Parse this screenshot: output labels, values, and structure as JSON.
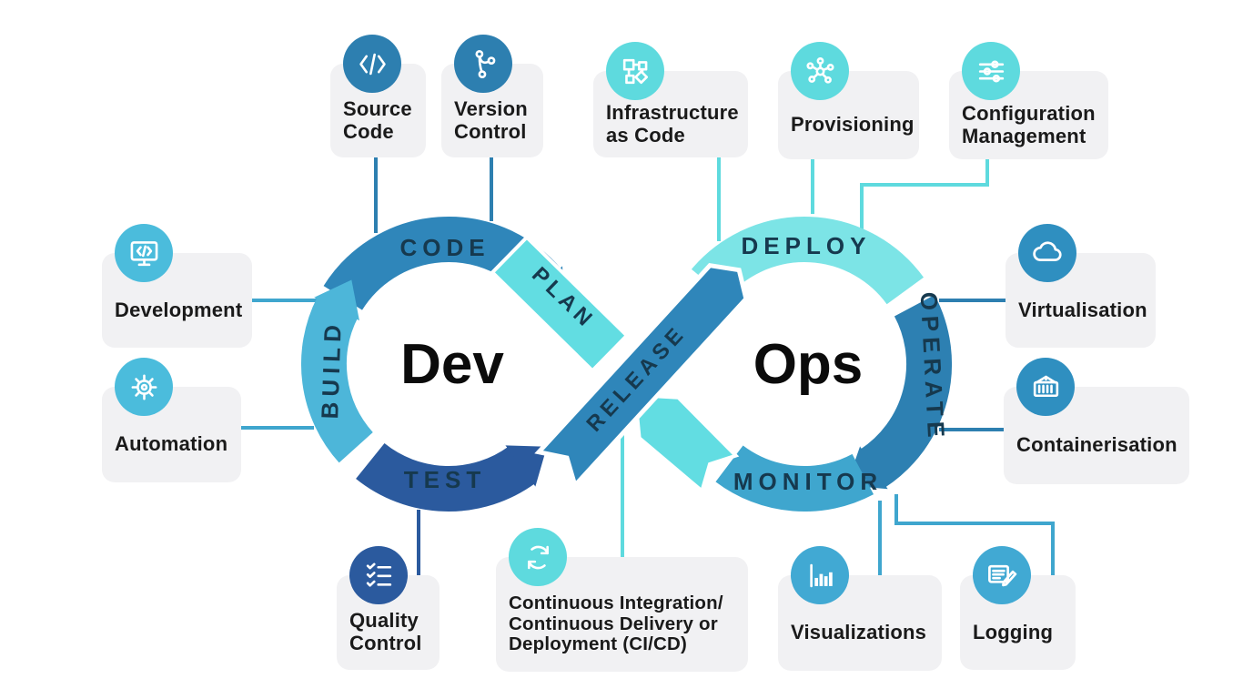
{
  "diagram_title": "DevOps infinity loop",
  "palette": {
    "code_blue": "#2f86ba",
    "build_blue": "#4db6d9",
    "test_navy": "#2b5a9e",
    "deploy_cyan": "#7ce4e6",
    "plan_cyan": "#62dde2",
    "operate_blue": "#2d80b2",
    "monitor_blue": "#3fa6ce",
    "icon_dark_blue": "#2d7fb0",
    "icon_light_cyan": "#5edade",
    "icon_sky": "#4bbcdc",
    "icon_blue": "#2f8fc0",
    "icon_viz_blue": "#41a9d3",
    "card_bg": "#f1f1f3",
    "loop_label_dark": "#16394e",
    "text_dark": "#1a1a1a",
    "background": "#ffffff"
  },
  "loop": {
    "dev": "Dev",
    "ops": "Ops",
    "segments": {
      "code": "CODE",
      "plan": "PLAN",
      "build": "BUILD",
      "test": "TEST",
      "release": "RELEASE",
      "deploy": "DEPLOY",
      "operate": "OPERATE",
      "monitor": "MONITOR"
    }
  },
  "cards": [
    {
      "id": "source-code",
      "icon": "code-icon",
      "lines": [
        "Source",
        "Code"
      ]
    },
    {
      "id": "version-control",
      "icon": "branch-icon",
      "lines": [
        "Version",
        "Control"
      ]
    },
    {
      "id": "infrastructure-as-code",
      "icon": "diagram-icon",
      "lines": [
        "Infrastructure",
        "as Code"
      ]
    },
    {
      "id": "provisioning",
      "icon": "network-icon",
      "lines": [
        "Provisioning"
      ]
    },
    {
      "id": "configuration-management",
      "icon": "sliders-icon",
      "lines": [
        "Configuration",
        "Management"
      ]
    },
    {
      "id": "development",
      "icon": "monitor-code-icon",
      "lines": [
        "Development"
      ]
    },
    {
      "id": "automation",
      "icon": "gear-icon",
      "lines": [
        "Automation"
      ]
    },
    {
      "id": "virtualisation",
      "icon": "cloud-icon",
      "lines": [
        "Virtualisation"
      ]
    },
    {
      "id": "containerisation",
      "icon": "container-icon",
      "lines": [
        "Containerisation"
      ]
    },
    {
      "id": "quality-control",
      "icon": "checklist-icon",
      "lines": [
        "Quality",
        "Control"
      ]
    },
    {
      "id": "ci-cd",
      "icon": "sync-icon",
      "lines": [
        "Continuous Integration/",
        "Continuous Delivery or",
        "Deployment (CI/CD)"
      ]
    },
    {
      "id": "visualizations",
      "icon": "bar-chart-icon",
      "lines": [
        "Visualizations"
      ]
    },
    {
      "id": "logging",
      "icon": "note-pencil-icon",
      "lines": [
        "Logging"
      ]
    }
  ]
}
